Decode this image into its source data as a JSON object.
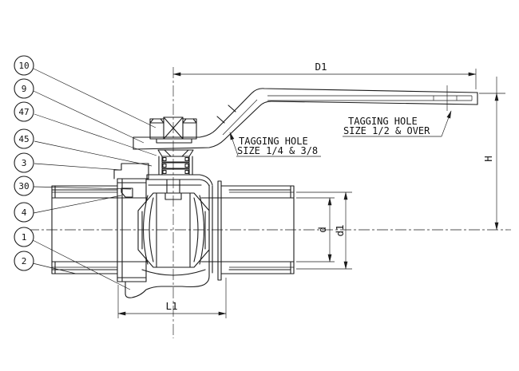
{
  "drawing": {
    "subject": "ball-valve-cross-section",
    "colors": {
      "line": "#1b1b1b",
      "background": "#ffffff"
    },
    "callouts": [
      {
        "label": "10"
      },
      {
        "label": "9"
      },
      {
        "label": "47"
      },
      {
        "label": "45"
      },
      {
        "label": "3"
      },
      {
        "label": "30"
      },
      {
        "label": "4"
      },
      {
        "label": "1"
      },
      {
        "label": "2"
      }
    ],
    "dimensions": {
      "handle_length": "D1",
      "height": "H",
      "bore": "d",
      "port": "d1",
      "body_length": "L1"
    },
    "annotations": {
      "small": {
        "line1": "TAGGING HOLE",
        "line2": "SIZE 1/4 & 3/8"
      },
      "large": {
        "line1": "TAGGING HOLE",
        "line2": "SIZE 1/2 & OVER"
      }
    }
  }
}
